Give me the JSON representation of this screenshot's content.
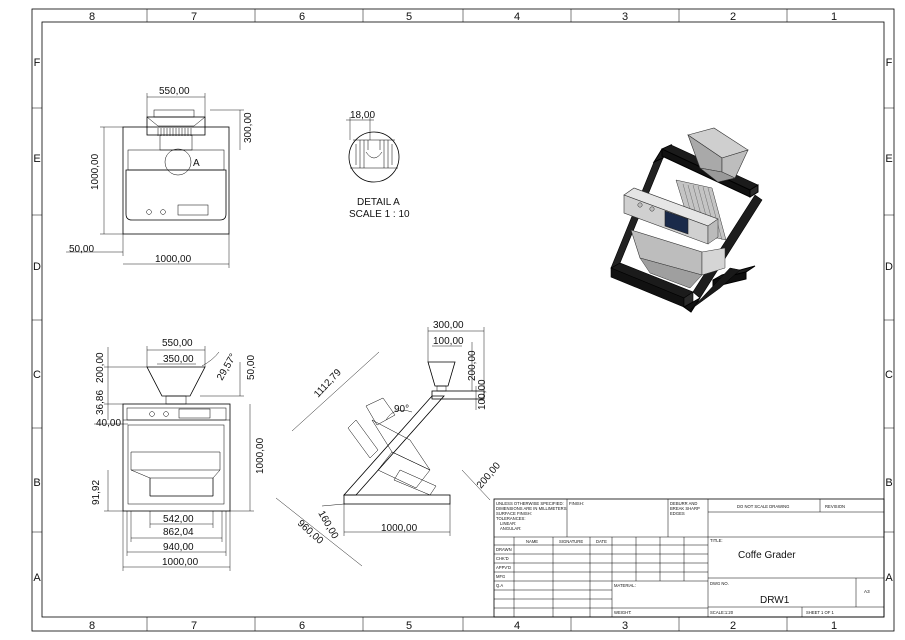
{
  "frame": {
    "columns": [
      "8",
      "7",
      "6",
      "5",
      "4",
      "3",
      "2",
      "1"
    ],
    "rows": [
      "F",
      "E",
      "D",
      "C",
      "B",
      "A"
    ]
  },
  "front_view": {
    "dims": [
      "550,00",
      "300,00",
      "1000,00",
      "50,00",
      "1000,00"
    ],
    "callout": "A"
  },
  "detail": {
    "dim": "18,00",
    "title": "DETAIL A",
    "scale": "SCALE 1 : 10"
  },
  "side_view": {
    "dims": [
      "550,00",
      "350,00",
      "29,57°",
      "50,00",
      "200,00",
      "36,86",
      "40,00",
      "1000,00",
      "91,92",
      "542,00",
      "862,04",
      "940,00",
      "1000,00"
    ]
  },
  "section_view": {
    "dims": [
      "300,00",
      "100,00",
      "200,00",
      "1112,79",
      "90°",
      "100,00",
      "200,00",
      "160,00",
      "960,00",
      "1000,00"
    ]
  },
  "title_block": {
    "notes": [
      "UNLESS OTHERWISE SPECIFIED:",
      "DIMENSIONS ARE IN MILLIMETERS",
      "SURFACE FINISH:",
      "TOLERANCES:",
      "LINEAR:",
      "ANGULAR:"
    ],
    "finish_label": "FINISH:",
    "deburr": [
      "DEBURR AND",
      "BREAK SHARP",
      "EDGES"
    ],
    "no_scale": "DO NOT SCALE DRAWING",
    "revision_label": "REVISION",
    "headers": [
      "NAME",
      "SIGNATURE",
      "DATE"
    ],
    "roles": [
      "DRAWN",
      "CHK'D",
      "APPV'D",
      "MFG",
      "Q.A"
    ],
    "material_label": "MATERIAL:",
    "weight_label": "WEIGHT:",
    "title_label": "TITLE:",
    "title": "Coffe Grader",
    "dwg_label": "DWG NO.",
    "dwg_no": "DRW1",
    "size": "A3",
    "scale": "SCALE:1:20",
    "sheet": "SHEET 1 OF 1"
  }
}
